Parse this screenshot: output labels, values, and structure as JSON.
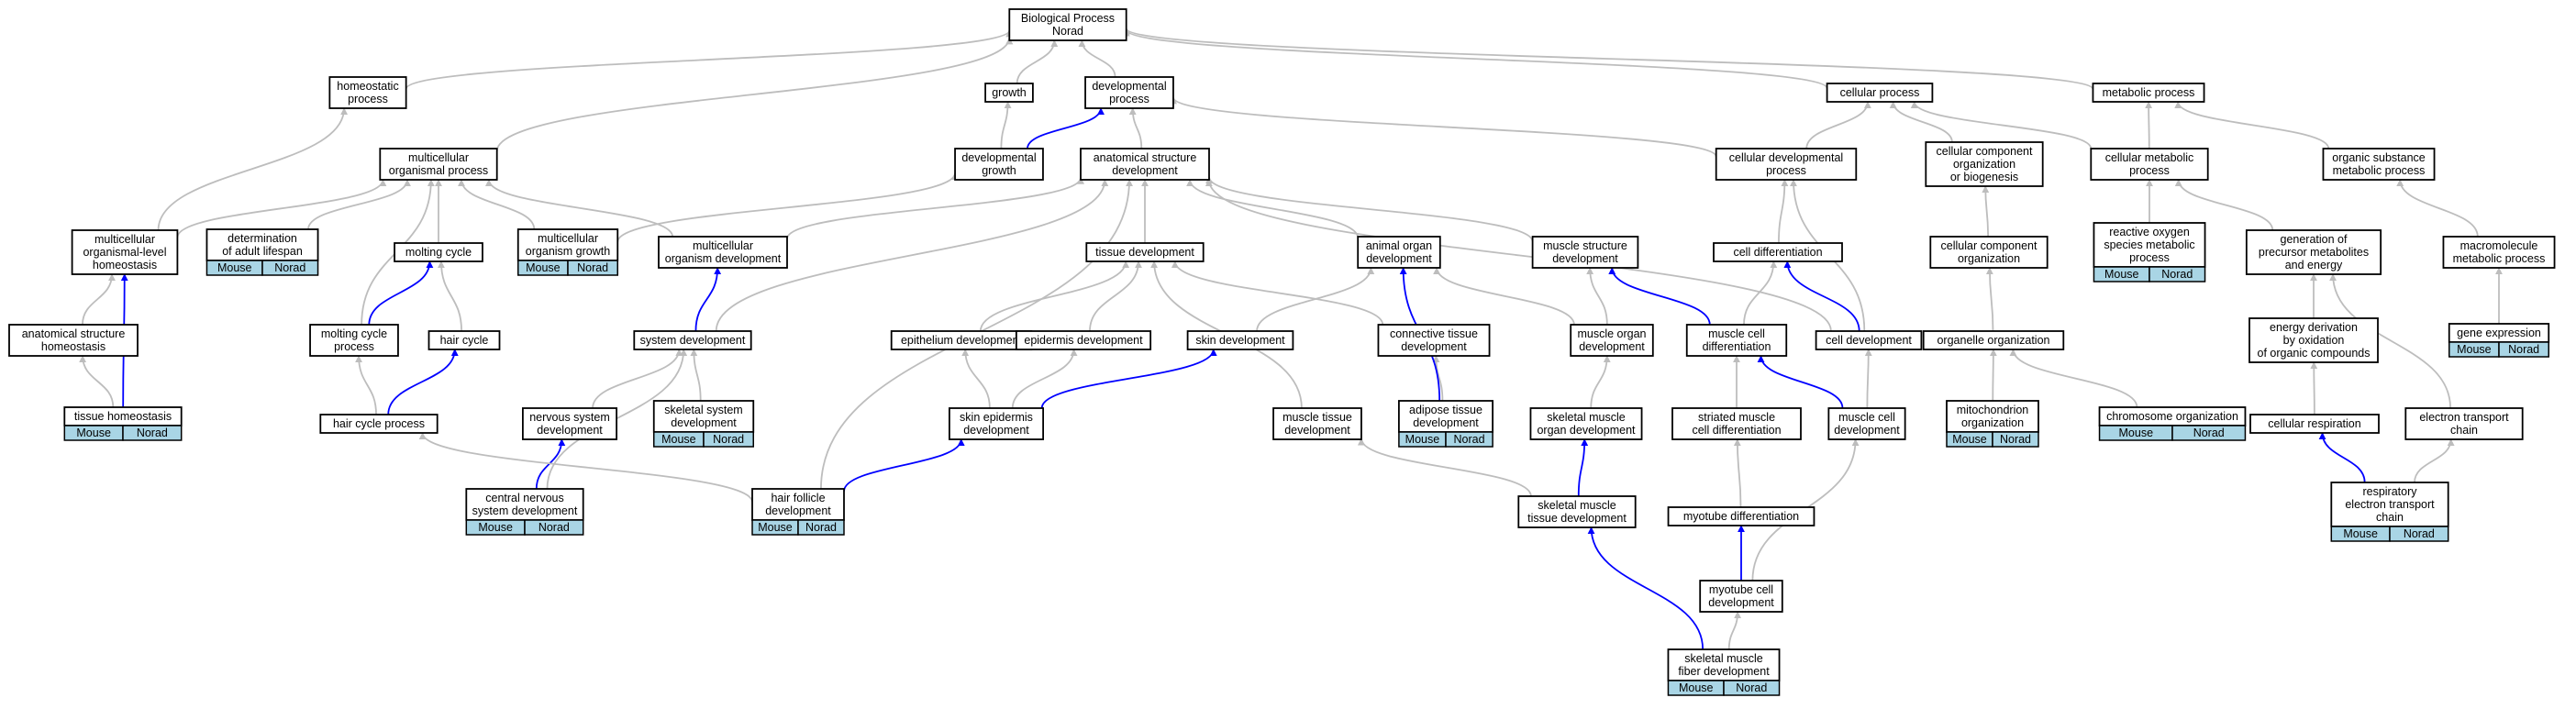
{
  "colors": {
    "edge_default": "#bdbdbd",
    "edge_highlight": "#0000ff",
    "node_border": "#000000",
    "node_fill": "#ffffff",
    "annotation_fill": "#a9d5e5"
  },
  "nodes": [
    {
      "id": "bp",
      "lines": [
        "Biological Process",
        "Norad"
      ],
      "annotations": []
    },
    {
      "id": "homeostatic_process",
      "lines": [
        "homeostatic",
        "process"
      ],
      "annotations": []
    },
    {
      "id": "growth",
      "lines": [
        "growth"
      ],
      "annotations": []
    },
    {
      "id": "developmental_process",
      "lines": [
        "developmental",
        "process"
      ],
      "annotations": []
    },
    {
      "id": "cellular_process",
      "lines": [
        "cellular process"
      ],
      "annotations": []
    },
    {
      "id": "metabolic_process",
      "lines": [
        "metabolic process"
      ],
      "annotations": []
    },
    {
      "id": "multicellular_organismal_process",
      "lines": [
        "multicellular",
        "organismal process"
      ],
      "annotations": []
    },
    {
      "id": "developmental_growth",
      "lines": [
        "developmental",
        "growth"
      ],
      "annotations": []
    },
    {
      "id": "anatomical_structure_development",
      "lines": [
        "anatomical structure",
        "development"
      ],
      "annotations": []
    },
    {
      "id": "cellular_developmental_process",
      "lines": [
        "cellular developmental",
        "process"
      ],
      "annotations": []
    },
    {
      "id": "ccob",
      "lines": [
        "cellular component",
        "organization",
        "or biogenesis"
      ],
      "annotations": []
    },
    {
      "id": "cellular_metabolic_process",
      "lines": [
        "cellular metabolic",
        "process"
      ],
      "annotations": []
    },
    {
      "id": "organic_substance_mp",
      "lines": [
        "organic substance",
        "metabolic process"
      ],
      "annotations": []
    },
    {
      "id": "mc_homeostasis",
      "lines": [
        "multicellular",
        "organismal-level",
        "homeostasis"
      ],
      "annotations": []
    },
    {
      "id": "determination_adult_lifespan",
      "lines": [
        "determination",
        "of adult lifespan"
      ],
      "annotations": [
        "Mouse",
        "Norad"
      ]
    },
    {
      "id": "molting_cycle",
      "lines": [
        "molting cycle"
      ],
      "annotations": []
    },
    {
      "id": "mc_organism_growth",
      "lines": [
        "multicellular",
        "organism growth"
      ],
      "annotations": [
        "Mouse",
        "Norad"
      ]
    },
    {
      "id": "mc_organism_development",
      "lines": [
        "multicellular",
        "organism development"
      ],
      "annotations": []
    },
    {
      "id": "tissue_development",
      "lines": [
        "tissue development"
      ],
      "annotations": []
    },
    {
      "id": "animal_organ_development",
      "lines": [
        "animal organ",
        "development"
      ],
      "annotations": []
    },
    {
      "id": "muscle_structure_development",
      "lines": [
        "muscle structure",
        "development"
      ],
      "annotations": []
    },
    {
      "id": "cell_differentiation",
      "lines": [
        "cell differentiation"
      ],
      "annotations": []
    },
    {
      "id": "cellular_component_organization",
      "lines": [
        "cellular component",
        "organization"
      ],
      "annotations": []
    },
    {
      "id": "ros_metabolic_process",
      "lines": [
        "reactive oxygen",
        "species metabolic",
        "process"
      ],
      "annotations": [
        "Mouse",
        "Norad"
      ]
    },
    {
      "id": "generation_precursor",
      "lines": [
        "generation of",
        "precursor metabolites",
        "and energy"
      ],
      "annotations": []
    },
    {
      "id": "macromolecule_mp",
      "lines": [
        "macromolecule",
        "metabolic process"
      ],
      "annotations": []
    },
    {
      "id": "anatomical_structure_homeostasis",
      "lines": [
        "anatomical structure",
        "homeostasis"
      ],
      "annotations": []
    },
    {
      "id": "molting_cycle_process",
      "lines": [
        "molting cycle",
        "process"
      ],
      "annotations": []
    },
    {
      "id": "hair_cycle",
      "lines": [
        "hair cycle"
      ],
      "annotations": []
    },
    {
      "id": "system_development",
      "lines": [
        "system development"
      ],
      "annotations": []
    },
    {
      "id": "epithelium_development",
      "lines": [
        "epithelium development"
      ],
      "annotations": []
    },
    {
      "id": "epidermis_development",
      "lines": [
        "epidermis development"
      ],
      "annotations": []
    },
    {
      "id": "skin_development",
      "lines": [
        "skin development"
      ],
      "annotations": []
    },
    {
      "id": "connective_tissue_development",
      "lines": [
        "connective tissue",
        "development"
      ],
      "annotations": []
    },
    {
      "id": "muscle_organ_development",
      "lines": [
        "muscle organ",
        "development"
      ],
      "annotations": []
    },
    {
      "id": "muscle_cell_differentiation",
      "lines": [
        "muscle cell",
        "differentiation"
      ],
      "annotations": []
    },
    {
      "id": "cell_development",
      "lines": [
        "cell development"
      ],
      "annotations": []
    },
    {
      "id": "organelle_organization",
      "lines": [
        "organelle organization"
      ],
      "annotations": []
    },
    {
      "id": "energy_derivation",
      "lines": [
        "energy derivation",
        "by oxidation",
        "of organic compounds"
      ],
      "annotations": []
    },
    {
      "id": "gene_expression",
      "lines": [
        "gene expression"
      ],
      "annotations": [
        "Mouse",
        "Norad"
      ]
    },
    {
      "id": "tissue_homeostasis",
      "lines": [
        "tissue homeostasis"
      ],
      "annotations": [
        "Mouse",
        "Norad"
      ]
    },
    {
      "id": "hair_cycle_process",
      "lines": [
        "hair cycle process"
      ],
      "annotations": []
    },
    {
      "id": "nervous_system_development",
      "lines": [
        "nervous system",
        "development"
      ],
      "annotations": []
    },
    {
      "id": "skeletal_system_development",
      "lines": [
        "skeletal system",
        "development"
      ],
      "annotations": [
        "Mouse",
        "Norad"
      ]
    },
    {
      "id": "skin_epidermis_development",
      "lines": [
        "skin epidermis",
        "development"
      ],
      "annotations": []
    },
    {
      "id": "muscle_tissue_development",
      "lines": [
        "muscle tissue",
        "development"
      ],
      "annotations": []
    },
    {
      "id": "adipose_tissue_development",
      "lines": [
        "adipose tissue",
        "development"
      ],
      "annotations": [
        "Mouse",
        "Norad"
      ]
    },
    {
      "id": "skeletal_muscle_organ_development",
      "lines": [
        "skeletal muscle",
        "organ development"
      ],
      "annotations": []
    },
    {
      "id": "striated_muscle_cell_differentiation",
      "lines": [
        "striated muscle",
        "cell differentiation"
      ],
      "annotations": []
    },
    {
      "id": "muscle_cell_development",
      "lines": [
        "muscle cell",
        "development"
      ],
      "annotations": []
    },
    {
      "id": "mitochondrion_organization",
      "lines": [
        "mitochondrion",
        "organization"
      ],
      "annotations": [
        "Mouse",
        "Norad"
      ]
    },
    {
      "id": "chromosome_organization",
      "lines": [
        "chromosome organization"
      ],
      "annotations": [
        "Mouse",
        "Norad"
      ]
    },
    {
      "id": "cellular_respiration",
      "lines": [
        "cellular respiration"
      ],
      "annotations": []
    },
    {
      "id": "electron_transport_chain",
      "lines": [
        "electron transport",
        "chain"
      ],
      "annotations": []
    },
    {
      "id": "cns_development",
      "lines": [
        "central nervous",
        "system development"
      ],
      "annotations": [
        "Mouse",
        "Norad"
      ]
    },
    {
      "id": "hair_follicle_development",
      "lines": [
        "hair follicle",
        "development"
      ],
      "annotations": [
        "Mouse",
        "Norad"
      ]
    },
    {
      "id": "skeletal_muscle_tissue_development",
      "lines": [
        "skeletal muscle",
        "tissue development"
      ],
      "annotations": []
    },
    {
      "id": "myotube_differentiation",
      "lines": [
        "myotube differentiation"
      ],
      "annotations": []
    },
    {
      "id": "resp_etc",
      "lines": [
        "respiratory",
        "electron transport",
        "chain"
      ],
      "annotations": [
        "Mouse",
        "Norad"
      ]
    },
    {
      "id": "myotube_cell_development",
      "lines": [
        "myotube cell",
        "development"
      ],
      "annotations": []
    },
    {
      "id": "skeletal_muscle_fiber_development",
      "lines": [
        "skeletal muscle",
        "fiber development"
      ],
      "annotations": [
        "Mouse",
        "Norad"
      ]
    }
  ],
  "edges": [
    {
      "from": "homeostatic_process",
      "to": "bp",
      "highlight": false
    },
    {
      "from": "growth",
      "to": "bp",
      "highlight": false
    },
    {
      "from": "developmental_process",
      "to": "bp",
      "highlight": false
    },
    {
      "from": "cellular_process",
      "to": "bp",
      "highlight": false
    },
    {
      "from": "metabolic_process",
      "to": "bp",
      "highlight": false
    },
    {
      "from": "multicellular_organismal_process",
      "to": "bp",
      "highlight": false
    },
    {
      "from": "developmental_growth",
      "to": "growth",
      "highlight": false
    },
    {
      "from": "developmental_growth",
      "to": "developmental_process",
      "highlight": true
    },
    {
      "from": "anatomical_structure_development",
      "to": "developmental_process",
      "highlight": false
    },
    {
      "from": "cellular_developmental_process",
      "to": "developmental_process",
      "highlight": false
    },
    {
      "from": "cellular_developmental_process",
      "to": "cellular_process",
      "highlight": false
    },
    {
      "from": "ccob",
      "to": "cellular_process",
      "highlight": false
    },
    {
      "from": "cellular_metabolic_process",
      "to": "cellular_process",
      "highlight": false
    },
    {
      "from": "cellular_metabolic_process",
      "to": "metabolic_process",
      "highlight": false
    },
    {
      "from": "organic_substance_mp",
      "to": "metabolic_process",
      "highlight": false
    },
    {
      "from": "mc_homeostasis",
      "to": "homeostatic_process",
      "highlight": false
    },
    {
      "from": "mc_homeostasis",
      "to": "multicellular_organismal_process",
      "highlight": false
    },
    {
      "from": "determination_adult_lifespan",
      "to": "multicellular_organismal_process",
      "highlight": false
    },
    {
      "from": "molting_cycle",
      "to": "multicellular_organismal_process",
      "highlight": false
    },
    {
      "from": "mc_organism_growth",
      "to": "multicellular_organismal_process",
      "highlight": false
    },
    {
      "from": "mc_organism_growth",
      "to": "developmental_growth",
      "highlight": false
    },
    {
      "from": "mc_organism_development",
      "to": "multicellular_organismal_process",
      "highlight": false
    },
    {
      "from": "mc_organism_development",
      "to": "anatomical_structure_development",
      "highlight": false
    },
    {
      "from": "tissue_development",
      "to": "anatomical_structure_development",
      "highlight": false
    },
    {
      "from": "animal_organ_development",
      "to": "anatomical_structure_development",
      "highlight": false
    },
    {
      "from": "muscle_structure_development",
      "to": "anatomical_structure_development",
      "highlight": false
    },
    {
      "from": "cell_differentiation",
      "to": "cellular_developmental_process",
      "highlight": false
    },
    {
      "from": "cellular_component_organization",
      "to": "ccob",
      "highlight": false
    },
    {
      "from": "ros_metabolic_process",
      "to": "cellular_metabolic_process",
      "highlight": false
    },
    {
      "from": "generation_precursor",
      "to": "cellular_metabolic_process",
      "highlight": false
    },
    {
      "from": "macromolecule_mp",
      "to": "organic_substance_mp",
      "highlight": false
    },
    {
      "from": "anatomical_structure_homeostasis",
      "to": "mc_homeostasis",
      "highlight": false
    },
    {
      "from": "tissue_homeostasis",
      "to": "anatomical_structure_homeostasis",
      "highlight": false
    },
    {
      "from": "tissue_homeostasis",
      "to": "mc_homeostasis",
      "highlight": true
    },
    {
      "from": "molting_cycle_process",
      "to": "molting_cycle",
      "highlight": true
    },
    {
      "from": "molting_cycle_process",
      "to": "multicellular_organismal_process",
      "highlight": false
    },
    {
      "from": "hair_cycle",
      "to": "molting_cycle",
      "highlight": false
    },
    {
      "from": "hair_cycle_process",
      "to": "hair_cycle",
      "highlight": true
    },
    {
      "from": "hair_cycle_process",
      "to": "molting_cycle_process",
      "highlight": false
    },
    {
      "from": "system_development",
      "to": "mc_organism_development",
      "highlight": true
    },
    {
      "from": "system_development",
      "to": "anatomical_structure_development",
      "highlight": false
    },
    {
      "from": "nervous_system_development",
      "to": "system_development",
      "highlight": false
    },
    {
      "from": "skeletal_system_development",
      "to": "system_development",
      "highlight": false
    },
    {
      "from": "cns_development",
      "to": "nervous_system_development",
      "highlight": true
    },
    {
      "from": "cns_development",
      "to": "system_development",
      "highlight": false
    },
    {
      "from": "hair_follicle_development",
      "to": "hair_cycle_process",
      "highlight": false
    },
    {
      "from": "hair_follicle_development",
      "to": "skin_epidermis_development",
      "highlight": true
    },
    {
      "from": "hair_follicle_development",
      "to": "anatomical_structure_development",
      "highlight": false
    },
    {
      "from": "epithelium_development",
      "to": "tissue_development",
      "highlight": false
    },
    {
      "from": "epidermis_development",
      "to": "tissue_development",
      "highlight": false
    },
    {
      "from": "skin_epidermis_development",
      "to": "epithelium_development",
      "highlight": false
    },
    {
      "from": "skin_epidermis_development",
      "to": "epidermis_development",
      "highlight": false
    },
    {
      "from": "skin_epidermis_development",
      "to": "skin_development",
      "highlight": true
    },
    {
      "from": "skin_development",
      "to": "animal_organ_development",
      "highlight": false
    },
    {
      "from": "connective_tissue_development",
      "to": "tissue_development",
      "highlight": false
    },
    {
      "from": "adipose_tissue_development",
      "to": "connective_tissue_development",
      "highlight": false
    },
    {
      "from": "adipose_tissue_development",
      "to": "animal_organ_development",
      "highlight": true
    },
    {
      "from": "muscle_organ_development",
      "to": "animal_organ_development",
      "highlight": false
    },
    {
      "from": "muscle_organ_development",
      "to": "muscle_structure_development",
      "highlight": false
    },
    {
      "from": "muscle_tissue_development",
      "to": "tissue_development",
      "highlight": false
    },
    {
      "from": "skeletal_muscle_organ_development",
      "to": "muscle_organ_development",
      "highlight": false
    },
    {
      "from": "skeletal_muscle_tissue_development",
      "to": "skeletal_muscle_organ_development",
      "highlight": true
    },
    {
      "from": "skeletal_muscle_tissue_development",
      "to": "muscle_tissue_development",
      "highlight": false
    },
    {
      "from": "skeletal_muscle_fiber_development",
      "to": "skeletal_muscle_tissue_development",
      "highlight": true
    },
    {
      "from": "skeletal_muscle_fiber_development",
      "to": "myotube_cell_development",
      "highlight": false
    },
    {
      "from": "muscle_cell_differentiation",
      "to": "muscle_structure_development",
      "highlight": true
    },
    {
      "from": "muscle_cell_differentiation",
      "to": "cell_differentiation",
      "highlight": false
    },
    {
      "from": "cell_development",
      "to": "cell_differentiation",
      "highlight": true
    },
    {
      "from": "cell_development",
      "to": "anatomical_structure_development",
      "highlight": false
    },
    {
      "from": "cell_development",
      "to": "cellular_developmental_process",
      "highlight": false
    },
    {
      "from": "striated_muscle_cell_differentiation",
      "to": "muscle_cell_differentiation",
      "highlight": false
    },
    {
      "from": "muscle_cell_development",
      "to": "muscle_cell_differentiation",
      "highlight": true
    },
    {
      "from": "muscle_cell_development",
      "to": "cell_development",
      "highlight": false
    },
    {
      "from": "myotube_differentiation",
      "to": "striated_muscle_cell_differentiation",
      "highlight": false
    },
    {
      "from": "myotube_cell_development",
      "to": "myotube_differentiation",
      "highlight": true
    },
    {
      "from": "myotube_cell_development",
      "to": "muscle_cell_development",
      "highlight": false
    },
    {
      "from": "organelle_organization",
      "to": "cellular_component_organization",
      "highlight": false
    },
    {
      "from": "mitochondrion_organization",
      "to": "organelle_organization",
      "highlight": false
    },
    {
      "from": "chromosome_organization",
      "to": "organelle_organization",
      "highlight": false
    },
    {
      "from": "energy_derivation",
      "to": "generation_precursor",
      "highlight": false
    },
    {
      "from": "cellular_respiration",
      "to": "energy_derivation",
      "highlight": false
    },
    {
      "from": "electron_transport_chain",
      "to": "generation_precursor",
      "highlight": false
    },
    {
      "from": "resp_etc",
      "to": "cellular_respiration",
      "highlight": true
    },
    {
      "from": "resp_etc",
      "to": "electron_transport_chain",
      "highlight": false
    },
    {
      "from": "gene_expression",
      "to": "macromolecule_mp",
      "highlight": false
    }
  ]
}
